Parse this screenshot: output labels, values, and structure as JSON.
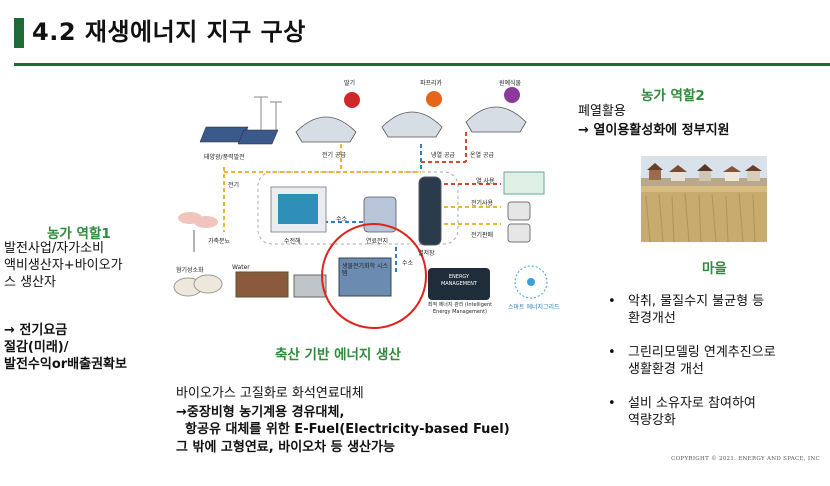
{
  "title": "4.2 재생에너지 지구 구상",
  "left": {
    "heading": "농가 역할1",
    "lines": [
      "발전사업/자가소비",
      "액비생산자+바이오가",
      "스 생산자"
    ],
    "bold_lines": [
      "→ 전기요금",
      "절감(미래)/",
      "발전수익or배출권확보"
    ]
  },
  "right_top": {
    "heading": "농가 역할2",
    "line1": "폐열활용",
    "line2": "→ 열이용활성화에 정부지원"
  },
  "village": {
    "heading": "마을",
    "items": [
      "악취, 물질수지 불균형 등\n환경개선",
      "그린리모델링 연계추진으로\n생활환경 개선",
      "설비 소유자로 참여하여\n역량강화"
    ]
  },
  "center": {
    "caption": "축산 기반 에너지 생산",
    "line1": "바이오가스 고질화로 화석연료대체",
    "bold1": "→중장비형 농기계용 경유대체,",
    "bold2": "  항공유 대체를 위한 E-Fuel(Electricity-based Fuel)",
    "bold3": "그 밖에 고형연료, 바이오차 등 생산가능"
  },
  "diagram": {
    "crops": [
      "딸기",
      "파프리카",
      "원예식물"
    ],
    "solar": "태양광/풍력발전",
    "elec": "전기",
    "elec_supply": "전기 공급",
    "cool_supply": "냉열 공급",
    "warm_supply": "온열 공급",
    "heat_use": "열 사용",
    "elec_use": "전기사용",
    "elec_sale": "전기판매",
    "livestock": "가축분뇨",
    "digester": "혐기성소화",
    "electrolysis": "수전해",
    "hydrogen": "수소",
    "hydrogen2": "수소",
    "fuel_cell": "연료전지",
    "heat_storage": "열저장",
    "bio_system": "생물전기화학 시스템",
    "mgmt_label": "ENERGY MANAGEMENT",
    "mgmt_caption": "최적 에너지 관리 (Intelligent Energy Management)",
    "grid": "스마트 에너지그리드",
    "water": "Water"
  },
  "copyright": "COPYRIGHT © 2021. ENERGY AND SPACE, INC"
}
